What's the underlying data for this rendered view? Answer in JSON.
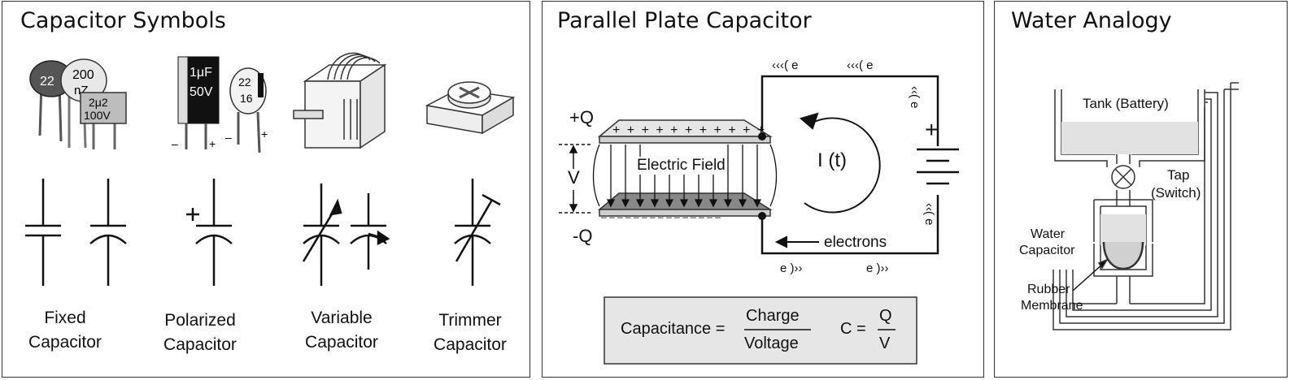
{
  "panels": {
    "symbols": {
      "title": "Capacitor Symbols",
      "labels": [
        {
          "line1": "Fixed",
          "line2": "Capacitor"
        },
        {
          "line1": "Polarized",
          "line2": "Capacitor"
        },
        {
          "line1": "Variable",
          "line2": "Capacitor"
        },
        {
          "line1": "Trimmer",
          "line2": "Capacitor"
        }
      ],
      "component_markings": {
        "ceramic_a": "22",
        "ceramic_b_top": "200",
        "ceramic_b_bottom": "nZ",
        "film_top": "2μ2",
        "film_bottom": "100V",
        "electrolytic_top": "1μF",
        "electrolytic_bottom": "50V",
        "tantalum_top": "22",
        "tantalum_bottom": "16",
        "plus": "+",
        "minus": "–"
      }
    },
    "parallel_plate": {
      "title": "Parallel Plate Capacitor",
      "plus_q": "+Q",
      "minus_q": "-Q",
      "v_label": "V",
      "electric_field": "Electric Field",
      "current": "I (t)",
      "electrons": "electrons",
      "battery_plus": "+",
      "electron_top_1": "‹‹‹( e",
      "electron_top_2": "‹‹‹( e",
      "electron_bottom_1": "e )››",
      "electron_bottom_2": "e )››",
      "electron_right_1": "‹‹( e",
      "electron_right_2": "‹‹( e",
      "plate_charges_top": "+ + + + + + + + + + +",
      "plate_charges_bottom": "– – – – – – – – – – – – – – –",
      "formula": {
        "word": "Capacitance =",
        "numerator": "Charge",
        "denominator": "Voltage",
        "symbol": "C =",
        "num_symbol": "Q",
        "den_symbol": "V"
      }
    },
    "water": {
      "title": "Water Analogy",
      "tank": "Tank (Battery)",
      "tap_1": "Tap",
      "tap_2": "(Switch)",
      "water_cap_1": "Water",
      "water_cap_2": "Capacitor",
      "membrane_1": "Rubber",
      "membrane_2": "Membrane"
    }
  }
}
